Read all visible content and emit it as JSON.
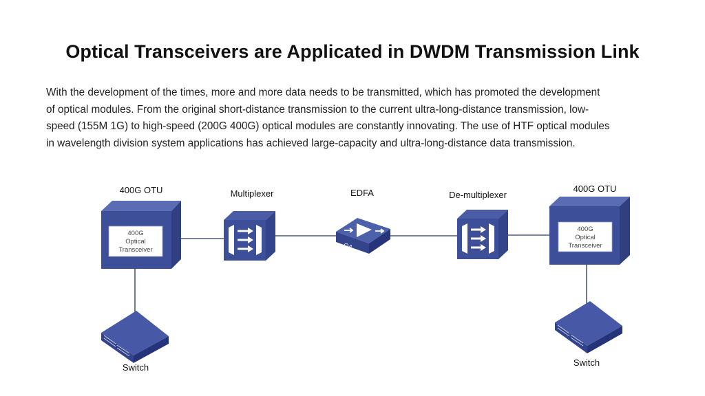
{
  "title": "Optical Transceivers are Applicated in DWDM Transmission Link",
  "description": [
    "With the development of the times, more and more data needs to be transmitted, which has promoted the development",
    "of optical modules. From the original short-distance transmission to the current ultra-long-distance transmission, low-",
    "speed (155M 1G) to high-speed (200G 400G) optical modules are constantly innovating. The use of HTF optical modules",
    "in wavelength division system applications has achieved large-capacity and ultra-long-distance data transmission."
  ],
  "colors": {
    "device_front": "#3d4f99",
    "device_top": "#5a6cb3",
    "device_side": "#2f3f80",
    "link_line": "#4a5a78"
  },
  "diagram": {
    "otu_left": {
      "label": "400G OTU",
      "inner": [
        "400G",
        "Optical",
        "Transceiver"
      ],
      "icon": "otu-box-icon"
    },
    "multiplexer": {
      "label": "Multiplexer",
      "icon": "multiplexer-icon"
    },
    "edfa": {
      "label": "EDFA",
      "badge": "OA",
      "icon": "optical-amplifier-icon"
    },
    "demultiplexer": {
      "label": "De-multiplexer",
      "icon": "demultiplexer-icon"
    },
    "otu_right": {
      "label": "400G OTU",
      "inner": [
        "400G",
        "Optical",
        "Transceiver"
      ],
      "icon": "otu-box-icon"
    },
    "switch_left": {
      "label": "Switch",
      "icon": "switch-icon"
    },
    "switch_right": {
      "label": "Switch",
      "icon": "switch-icon"
    }
  }
}
